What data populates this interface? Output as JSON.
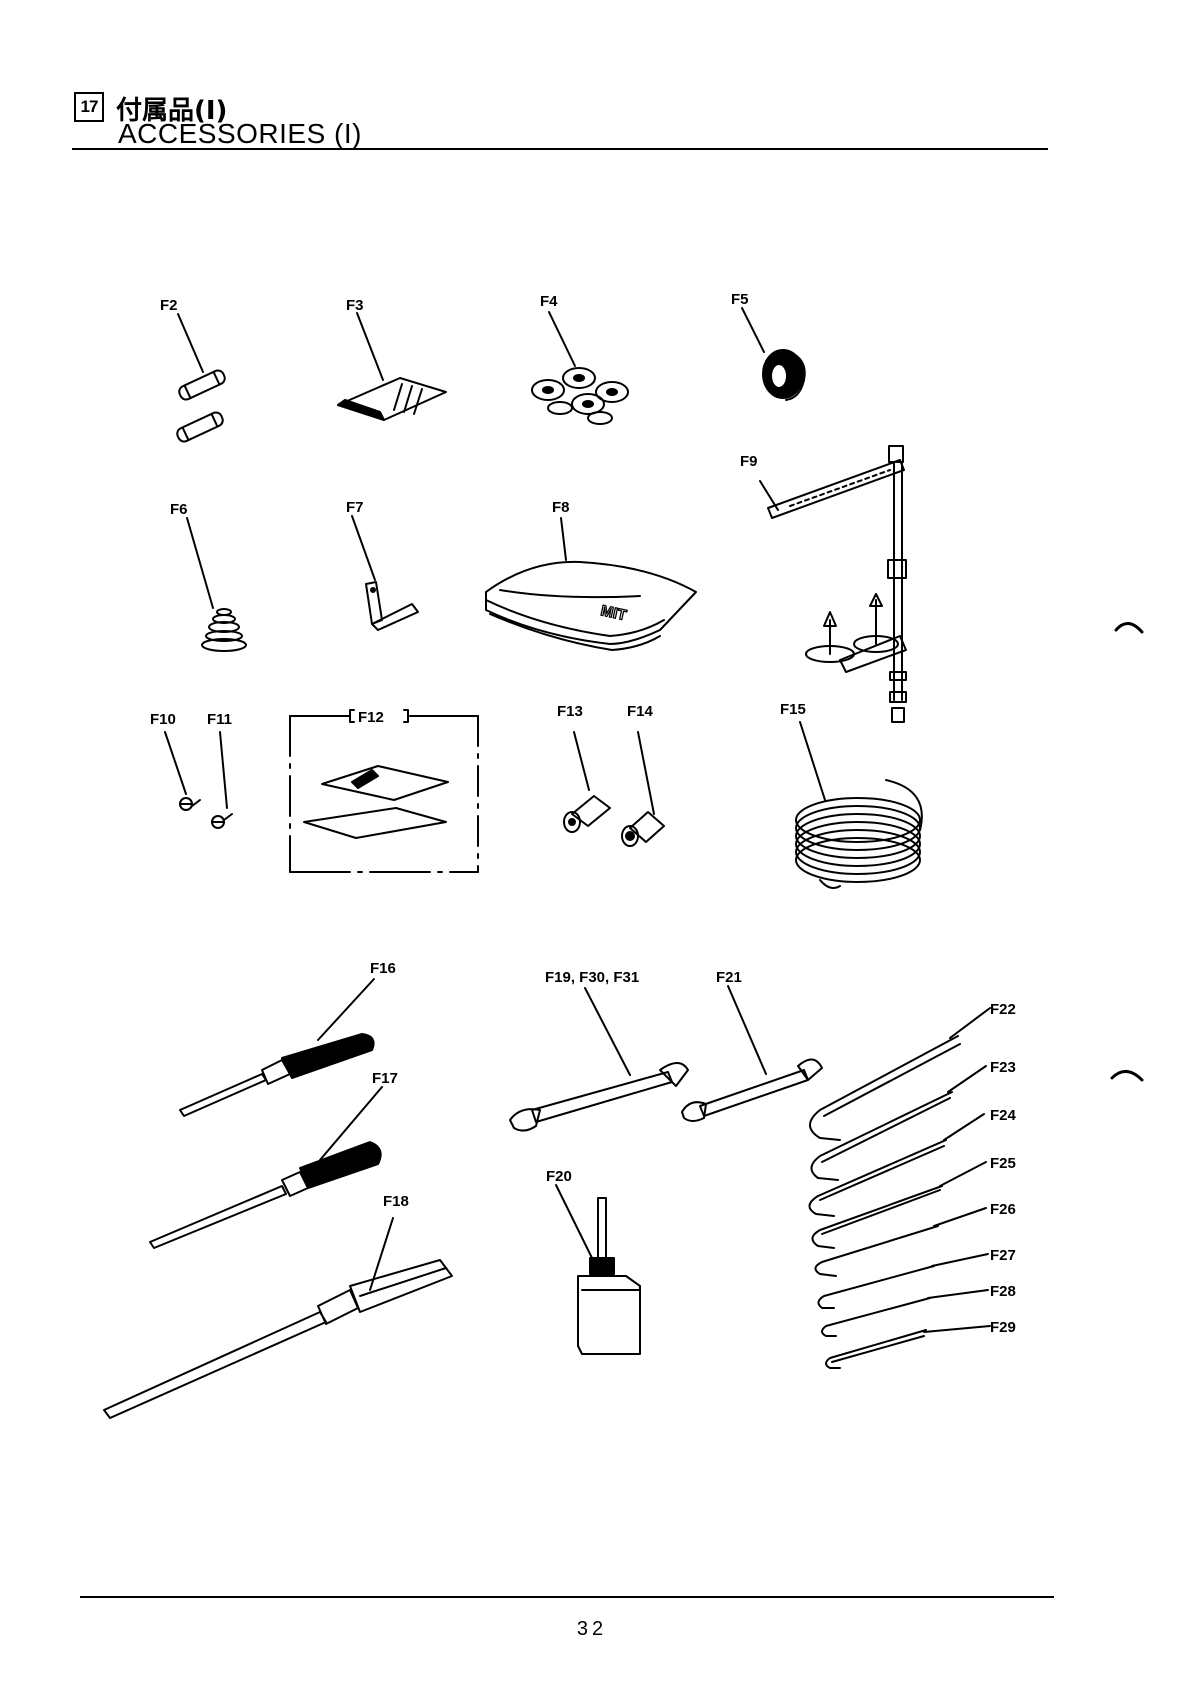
{
  "header": {
    "section_number": "17",
    "title_jp": "付属品(I)",
    "title_en": "ACCESSORIES (I)"
  },
  "labels": {
    "F2": "F2",
    "F3": "F3",
    "F4": "F4",
    "F5": "F5",
    "F6": "F6",
    "F7": "F7",
    "F8": "F8",
    "F9": "F9",
    "F10": "F10",
    "F11": "F11",
    "F12": "F12",
    "F13": "F13",
    "F14": "F14",
    "F15": "F15",
    "F16": "F16",
    "F17": "F17",
    "F18": "F18",
    "F19_F30_F31": "F19, F30, F31",
    "F20": "F20",
    "F21": "F21",
    "F22": "F22",
    "F23": "F23",
    "F24": "F24",
    "F25": "F25",
    "F26": "F26",
    "F27": "F27",
    "F28": "F28",
    "F29": "F29"
  },
  "page_number": "32"
}
